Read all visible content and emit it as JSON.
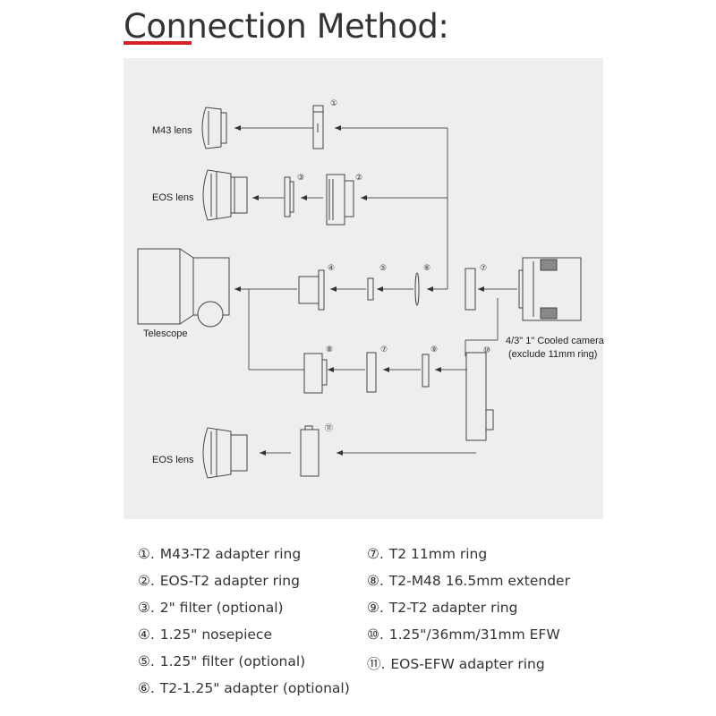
{
  "title": "Connection Method:",
  "labels": {
    "m43_lens": "M43 lens",
    "eos_lens_top": "EOS lens",
    "telescope": "Telescope",
    "eos_lens_bottom": "EOS lens",
    "camera_line1": "4/3\" 1\" Cooled camera",
    "camera_line2": "(exclude 11mm ring)"
  },
  "markers": [
    "①",
    "②",
    "③",
    "④",
    "⑤",
    "⑥",
    "⑦",
    "⑧",
    "⑦",
    "⑨",
    "⑩",
    "⑪"
  ],
  "legend_left": [
    {
      "sym": "①.",
      "text": "M43-T2 adapter ring"
    },
    {
      "sym": "②.",
      "text": "EOS-T2 adapter ring"
    },
    {
      "sym": "③.",
      "text": "2\" filter (optional)"
    },
    {
      "sym": "④.",
      "text": "1.25\" nosepiece"
    },
    {
      "sym": "⑤.",
      "text": "1.25\" filter (optional)"
    },
    {
      "sym": "⑥.",
      "text": "T2-1.25\" adapter (optional)"
    }
  ],
  "legend_right": [
    {
      "sym": "⑦.",
      "text": "T2 11mm ring"
    },
    {
      "sym": "⑧.",
      "text": "T2-M48 16.5mm extender"
    },
    {
      "sym": "⑨.",
      "text": "T2-T2 adapter ring"
    },
    {
      "sym": "⑩.",
      "text": "1.25\"/36mm/31mm EFW"
    },
    {
      "sym": "⑪.",
      "text": "EOS-EFW adapter ring"
    }
  ]
}
